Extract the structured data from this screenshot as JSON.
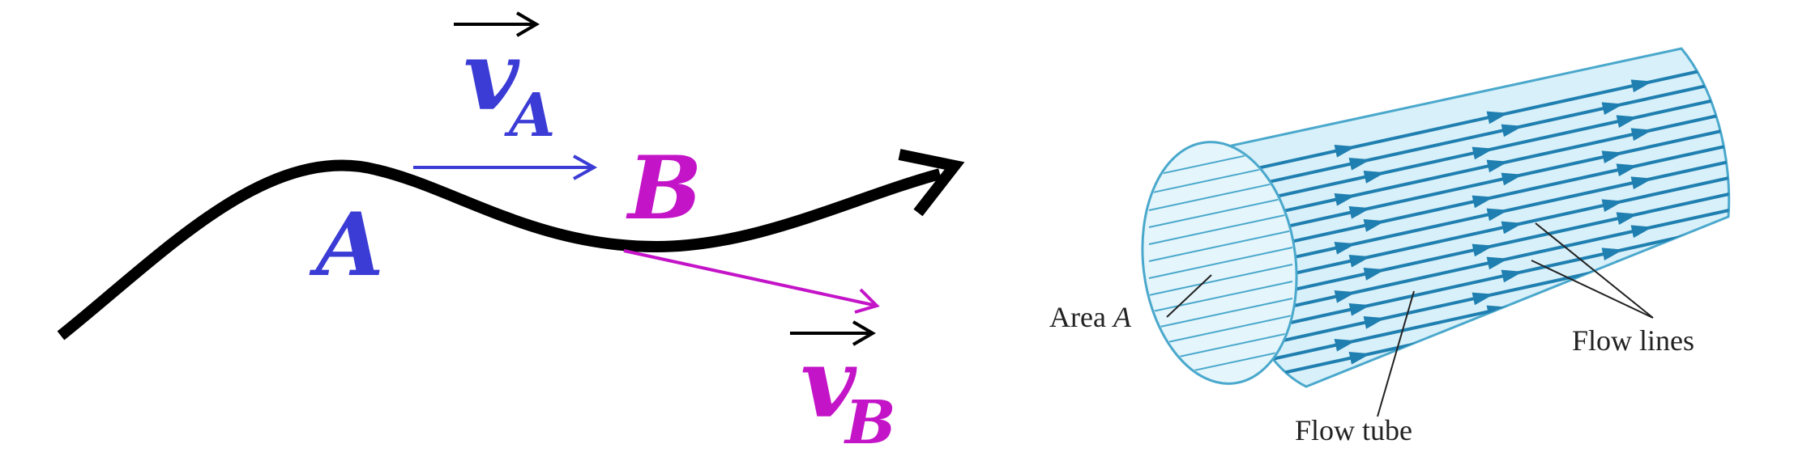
{
  "colors": {
    "path": "#000000",
    "point_a": "#3b3bd6",
    "point_b": "#c414c8",
    "tube_fill": "#d4eef8",
    "tube_stroke": "#4aa8cc",
    "flow_line": "#1f7fb0",
    "leader": "#222222"
  },
  "streamline": {
    "point_a": {
      "label": "A",
      "velocity_symbol": "v",
      "velocity_subscript": "A"
    },
    "point_b": {
      "label": "B",
      "velocity_symbol": "v",
      "velocity_subscript": "B"
    }
  },
  "flow_tube": {
    "labels": {
      "area": "Area ",
      "area_symbol": "A",
      "flow_lines": "Flow lines",
      "flow_tube": "Flow tube"
    }
  }
}
